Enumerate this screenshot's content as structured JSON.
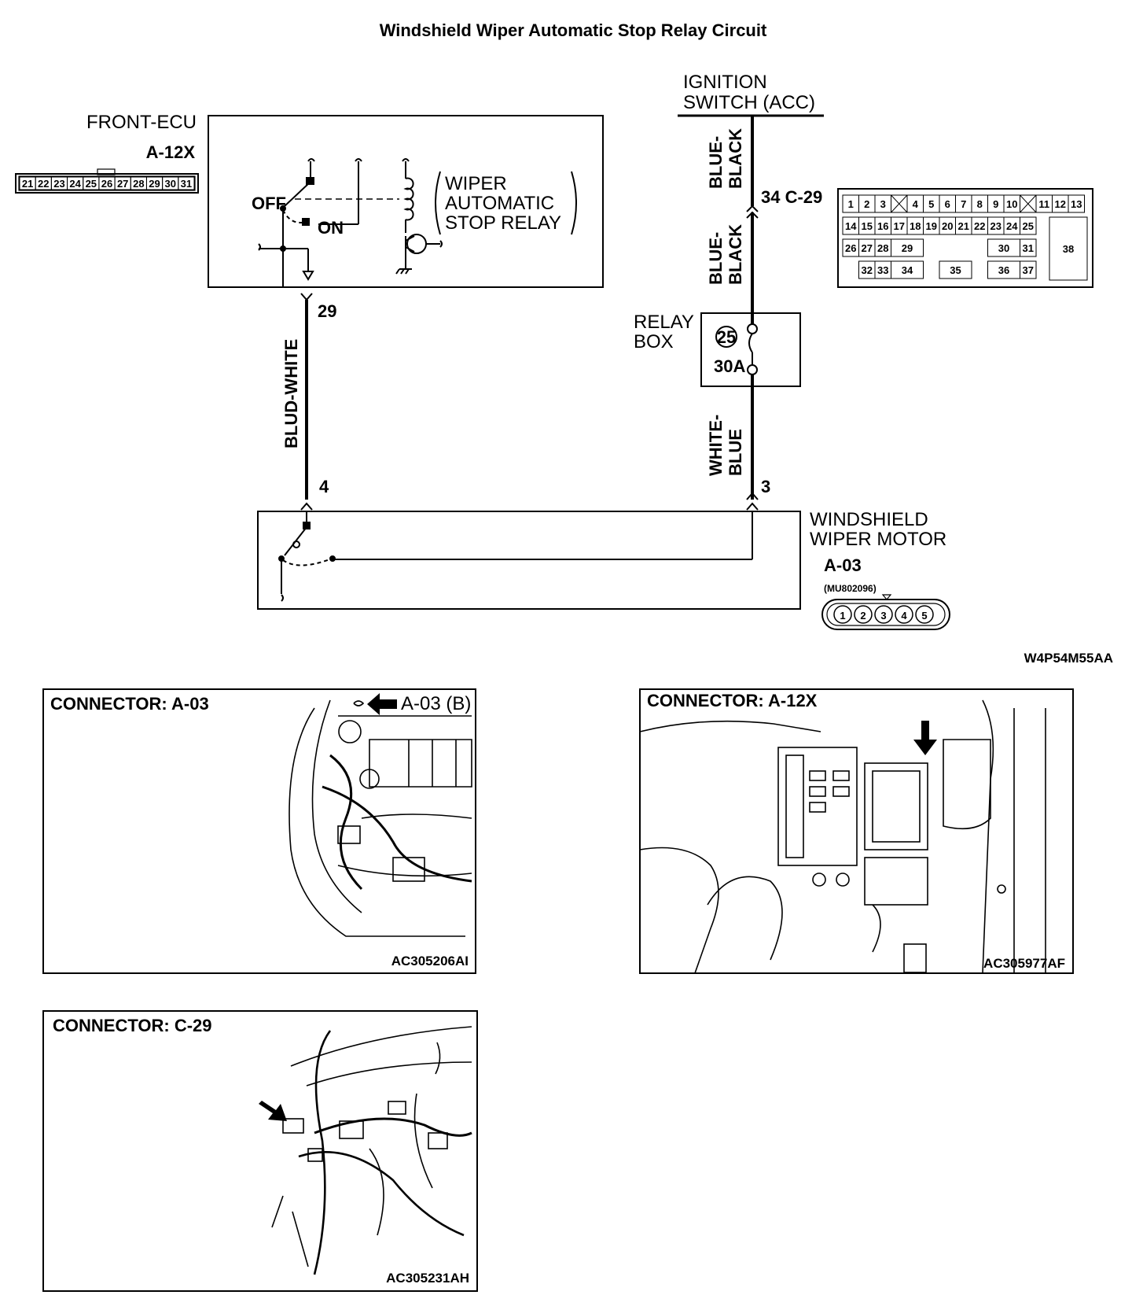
{
  "title": "Windshield Wiper Automatic Stop Relay Circuit",
  "front_ecu": {
    "name": "FRONT-ECU",
    "connector": "A-12X",
    "connector_pins": [
      "21",
      "22",
      "23",
      "24",
      "25",
      "26",
      "27",
      "28",
      "29",
      "30",
      "31"
    ],
    "switch_off": "OFF",
    "switch_on": "ON",
    "relay_label_lines": [
      "WIPER",
      "AUTOMATIC",
      "STOP RELAY"
    ],
    "pin": "29"
  },
  "ignition": {
    "label_lines": [
      "IGNITION",
      "SWITCH (ACC)"
    ]
  },
  "wires": {
    "blue_white": "BLUD-WHITE",
    "blue_black_top": [
      "BLUE-",
      "BLACK"
    ],
    "blue_black_mid": [
      "BLUE-",
      "BLACK"
    ],
    "white_blue": [
      "WHITE-",
      "BLUE"
    ]
  },
  "c29": {
    "pin_label": "34 C-29",
    "row1": [
      "1",
      "2",
      "3",
      "",
      "4",
      "5",
      "6",
      "7",
      "8",
      "9",
      "10",
      "",
      "11",
      "12",
      "13"
    ],
    "row2": [
      "14",
      "15",
      "16",
      "17",
      "18",
      "19",
      "20",
      "21",
      "22",
      "23",
      "24",
      "25"
    ],
    "row3": [
      "26",
      "27",
      "28",
      "29",
      "30",
      "31"
    ],
    "row4": [
      "32",
      "33",
      "34",
      "35",
      "36",
      "37"
    ],
    "big_pin": "38"
  },
  "relay_box": {
    "label_lines": [
      "RELAY",
      "BOX"
    ],
    "fuse_no": "25",
    "fuse_rating": "30A"
  },
  "motor": {
    "label_lines": [
      "WINDSHIELD",
      "WIPER MOTOR"
    ],
    "connector": "A-03",
    "part_no": "(MU802096)",
    "pins": [
      "1",
      "2",
      "3",
      "4",
      "5"
    ],
    "pin_left": "4",
    "pin_right": "3"
  },
  "figure_code": "W4P54M55AA",
  "panels": [
    {
      "title": "CONNECTOR: A-03",
      "callout": "A-03 (B)",
      "code": "AC305206AI"
    },
    {
      "title": "CONNECTOR: A-12X",
      "code": "AC305977AF"
    },
    {
      "title": "CONNECTOR: C-29",
      "code": "AC305231AH"
    }
  ]
}
